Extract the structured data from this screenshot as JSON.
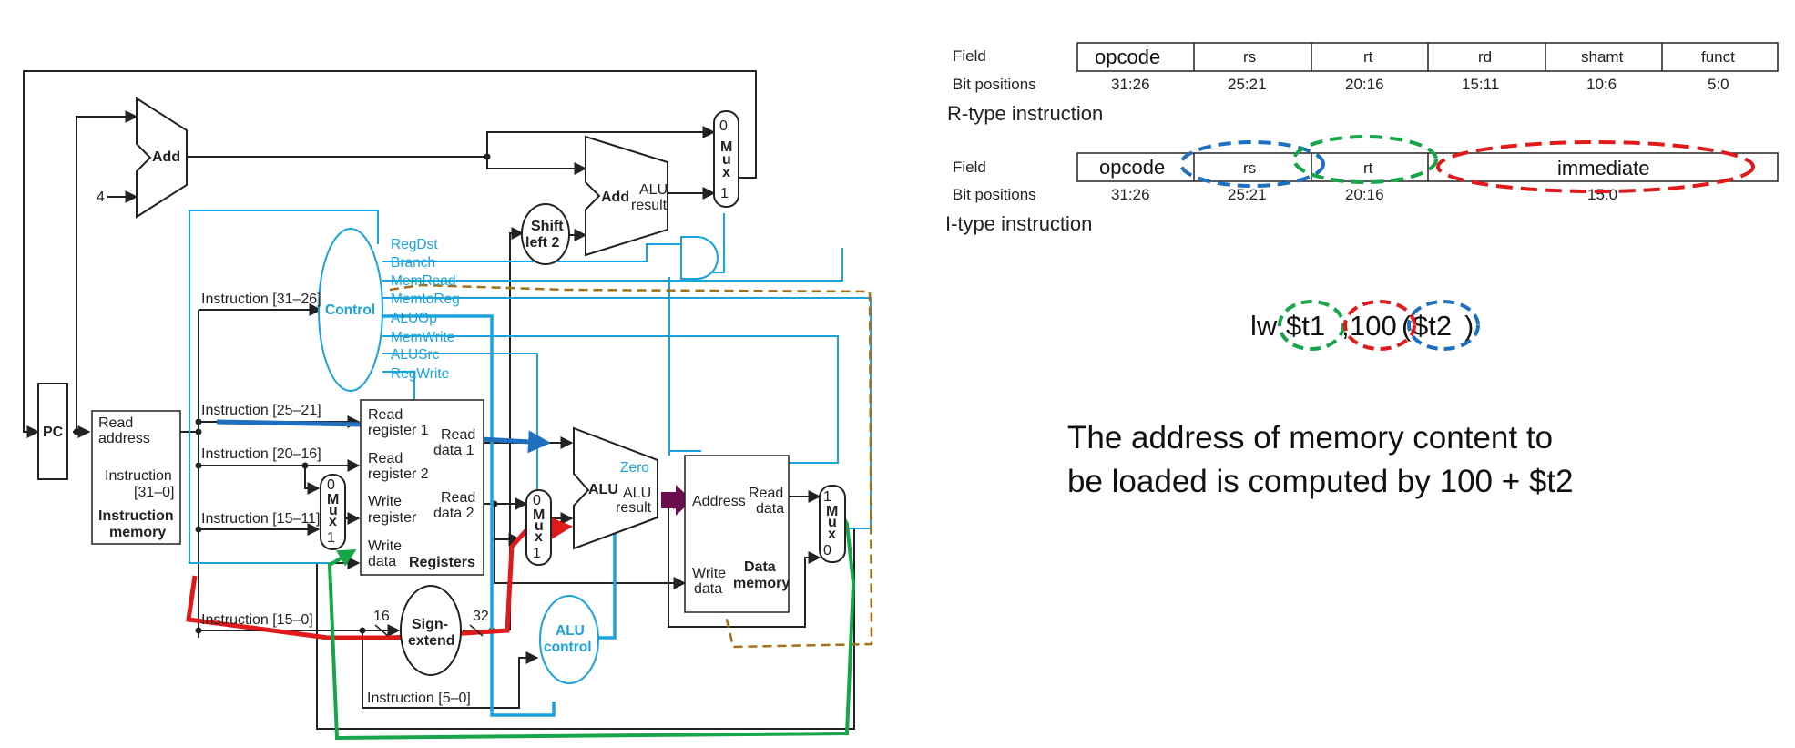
{
  "datapath": {
    "pc": "PC",
    "add_top": "Add",
    "const_four": "4",
    "add_branch": "Add",
    "add_branch_result": [
      "ALU",
      "result"
    ],
    "shift_left": [
      "Shift",
      "left 2"
    ],
    "mux_top": [
      "0",
      "M",
      "u",
      "x",
      "1"
    ],
    "mux_regdst": [
      "0",
      "M",
      "u",
      "x",
      "1"
    ],
    "mux_alusrc": [
      "0",
      "M",
      "u",
      "x",
      "1"
    ],
    "mux_memtoreg": [
      "1",
      "M",
      "u",
      "x",
      "0"
    ],
    "instr_mem": [
      "Read",
      "address",
      "Instruction",
      "[31–0]",
      "Instruction",
      "memory"
    ],
    "control": "Control",
    "control_signals": [
      "RegDst",
      "Branch",
      "MemRead",
      "MemtoReg",
      "ALUOp",
      "MemWrite",
      "ALUSrc",
      "RegWrite"
    ],
    "instr_fields": [
      "Instruction [31–26]",
      "Instruction [25–21]",
      "Instruction [20–16]",
      "Instruction [15–11]",
      "Instruction [15–0]",
      "Instruction [5–0]"
    ],
    "registers": {
      "read_register_1": [
        "Read",
        "register 1"
      ],
      "read_register_2": [
        "Read",
        "register 2"
      ],
      "write_register": [
        "Write",
        "register"
      ],
      "write_data": [
        "Write",
        "data"
      ],
      "read_data_1": [
        "Read",
        "data 1"
      ],
      "read_data_2": [
        "Read",
        "data 2"
      ],
      "title": "Registers"
    },
    "alu": "ALU",
    "alu_zero": "Zero",
    "alu_result": [
      "ALU",
      "result"
    ],
    "data_memory": {
      "address": "Address",
      "read_data": [
        "Read",
        "data"
      ],
      "write_data": [
        "Write",
        "data"
      ],
      "title": [
        "Data",
        "memory"
      ]
    },
    "sign_extend": [
      "Sign-",
      "extend"
    ],
    "width_in": "16",
    "width_out": "32",
    "alu_control": [
      "ALU",
      "control"
    ]
  },
  "formats": {
    "r_type": {
      "row_field_label": "Field",
      "row_bits_label": "Bit positions",
      "fields": [
        "opcode",
        "rs",
        "rt",
        "rd",
        "shamt",
        "funct"
      ],
      "bits": [
        "31:26",
        "25:21",
        "20:16",
        "15:11",
        "10:6",
        "5:0"
      ],
      "caption": "R-type instruction"
    },
    "i_type": {
      "row_field_label": "Field",
      "row_bits_label": "Bit positions",
      "fields": [
        "opcode",
        "rs",
        "rt",
        "immediate"
      ],
      "bits": [
        "31:26",
        "25:21",
        "20:16",
        "15:0"
      ],
      "caption": "I-type instruction"
    }
  },
  "example": {
    "parts": [
      "lw",
      "$t1",
      ",",
      "100",
      "(",
      "$t2",
      ")"
    ]
  },
  "note": [
    "The address of memory content to",
    "be loaded is computed by 100 + $t2"
  ],
  "colors": {
    "wire": "#222222",
    "control": "#1aa3dd",
    "rs_path": "#1f6fbf",
    "imm_path": "#e0191b",
    "rt_path": "#17a54a",
    "memread_path": "#a0711a",
    "address_arrow": "#6b0d4f"
  }
}
